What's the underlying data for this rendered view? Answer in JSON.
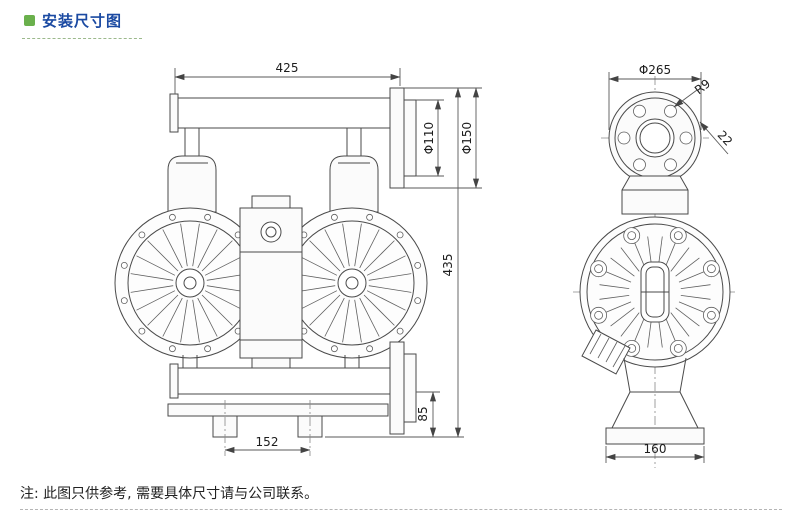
{
  "header": {
    "title": "安装尺寸图",
    "bullet_color": "#6ab04c",
    "title_color": "#1b4aa2"
  },
  "note": {
    "text": "注: 此图只供参考, 需要具体尺寸请与公司联系。"
  },
  "drawing": {
    "side_view": {
      "dim_top_width": "425",
      "dim_flange_inner_diameter": "Φ110",
      "dim_flange_outer_diameter": "Φ150",
      "dim_overall_height": "435",
      "dim_outlet_height": "85",
      "dim_foot_spacing": "152"
    },
    "front_view": {
      "dim_cover_diameter": "Φ265",
      "dim_fillet_radius": "R9",
      "dim_offset": "22",
      "dim_base_width": "160"
    }
  }
}
